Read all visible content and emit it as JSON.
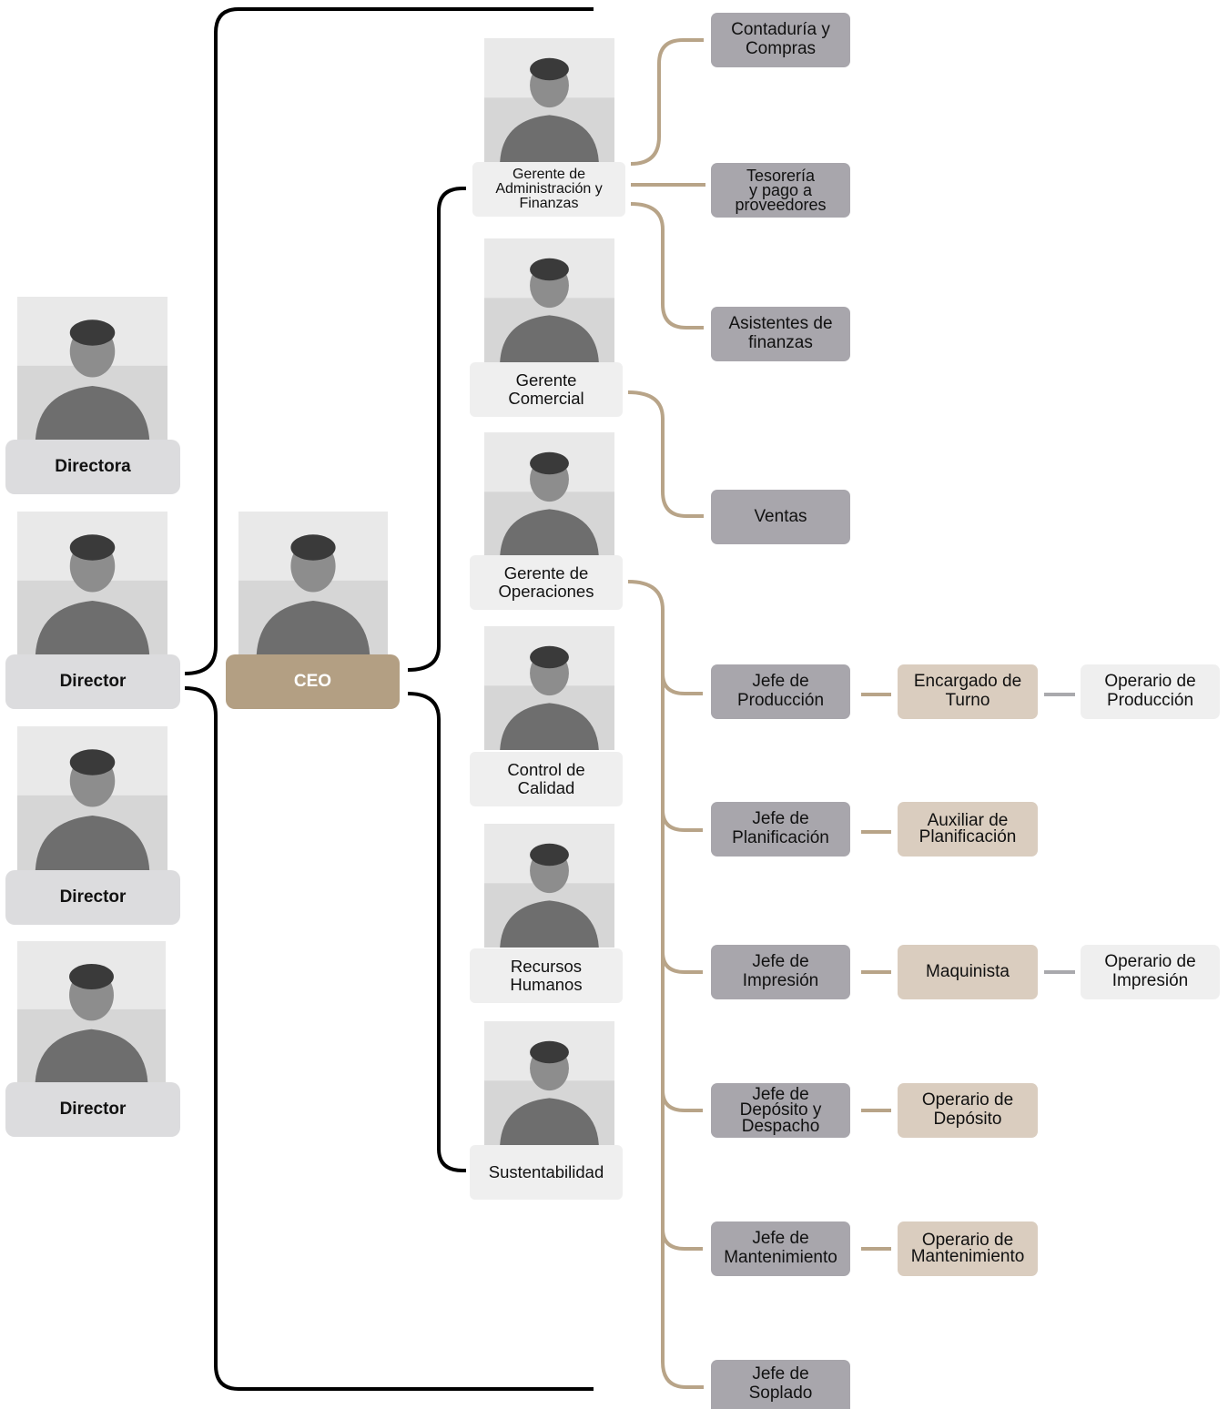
{
  "board": [
    {
      "role": "Directora",
      "photo": "woman-outdoor-flag-portrait"
    },
    {
      "role": "Director",
      "photo": "man-office-wall-portrait"
    },
    {
      "role": "Director",
      "photo": "young-man-office-portrait"
    },
    {
      "role": "Director",
      "photo": "older-man-desk-portrait"
    }
  ],
  "ceo": {
    "role": "CEO",
    "photo": "young-man-office-portrait"
  },
  "managers": [
    {
      "role": "Gerente de\nAdministración y\nFinanzas",
      "photo": "older-man-desk-portrait"
    },
    {
      "role": "Gerente\nComercial",
      "photo": "woman-outdoor-flag-portrait"
    },
    {
      "role": "Gerente de\nOperaciones",
      "photo": "man-plaid-shirt-portrait"
    },
    {
      "role": "Control de\nCalidad",
      "photo": "man-smiling-portrait"
    },
    {
      "role": "Recursos\nHumanos",
      "photo": "bearded-man-portrait"
    },
    {
      "role": "Sustentabilidad",
      "photo": "woman-long-hair-portrait"
    }
  ],
  "finance_units": [
    {
      "label": "Contaduría y\nCompras"
    },
    {
      "label": "Tesorería\ny pago a\nproveedores"
    },
    {
      "label": "Asistentes de\nfinanzas"
    }
  ],
  "commercial_units": [
    {
      "label": "Ventas"
    }
  ],
  "operations": [
    {
      "jefe": "Jefe de\nProducción",
      "sub": "Encargado de\nTurno",
      "sub2": "Operario de\nProducción"
    },
    {
      "jefe": "Jefe de\nPlanificación",
      "sub": "Auxiliar de\nPlanificación"
    },
    {
      "jefe": "Jefe de\nImpresión",
      "sub": "Maquinista",
      "sub2": "Operario de\nImpresión"
    },
    {
      "jefe": "Jefe de\nDepósito y\nDespacho",
      "sub": "Operario de\nDepósito"
    },
    {
      "jefe": "Jefe de\nMantenimiento",
      "sub": "Operario de\nMantenimiento"
    },
    {
      "jefe": "Jefe de\nSoplado"
    }
  ],
  "colors": {
    "connector_black": "#000000",
    "connector_tan": "#b8a488",
    "connector_grey": "#a9a9ad",
    "ceo": "#b39f83",
    "board_box": "#dcdcde",
    "dept_box": "#a8a6ac",
    "sub_box": "#dacdbf",
    "light_box": "#efefef"
  }
}
